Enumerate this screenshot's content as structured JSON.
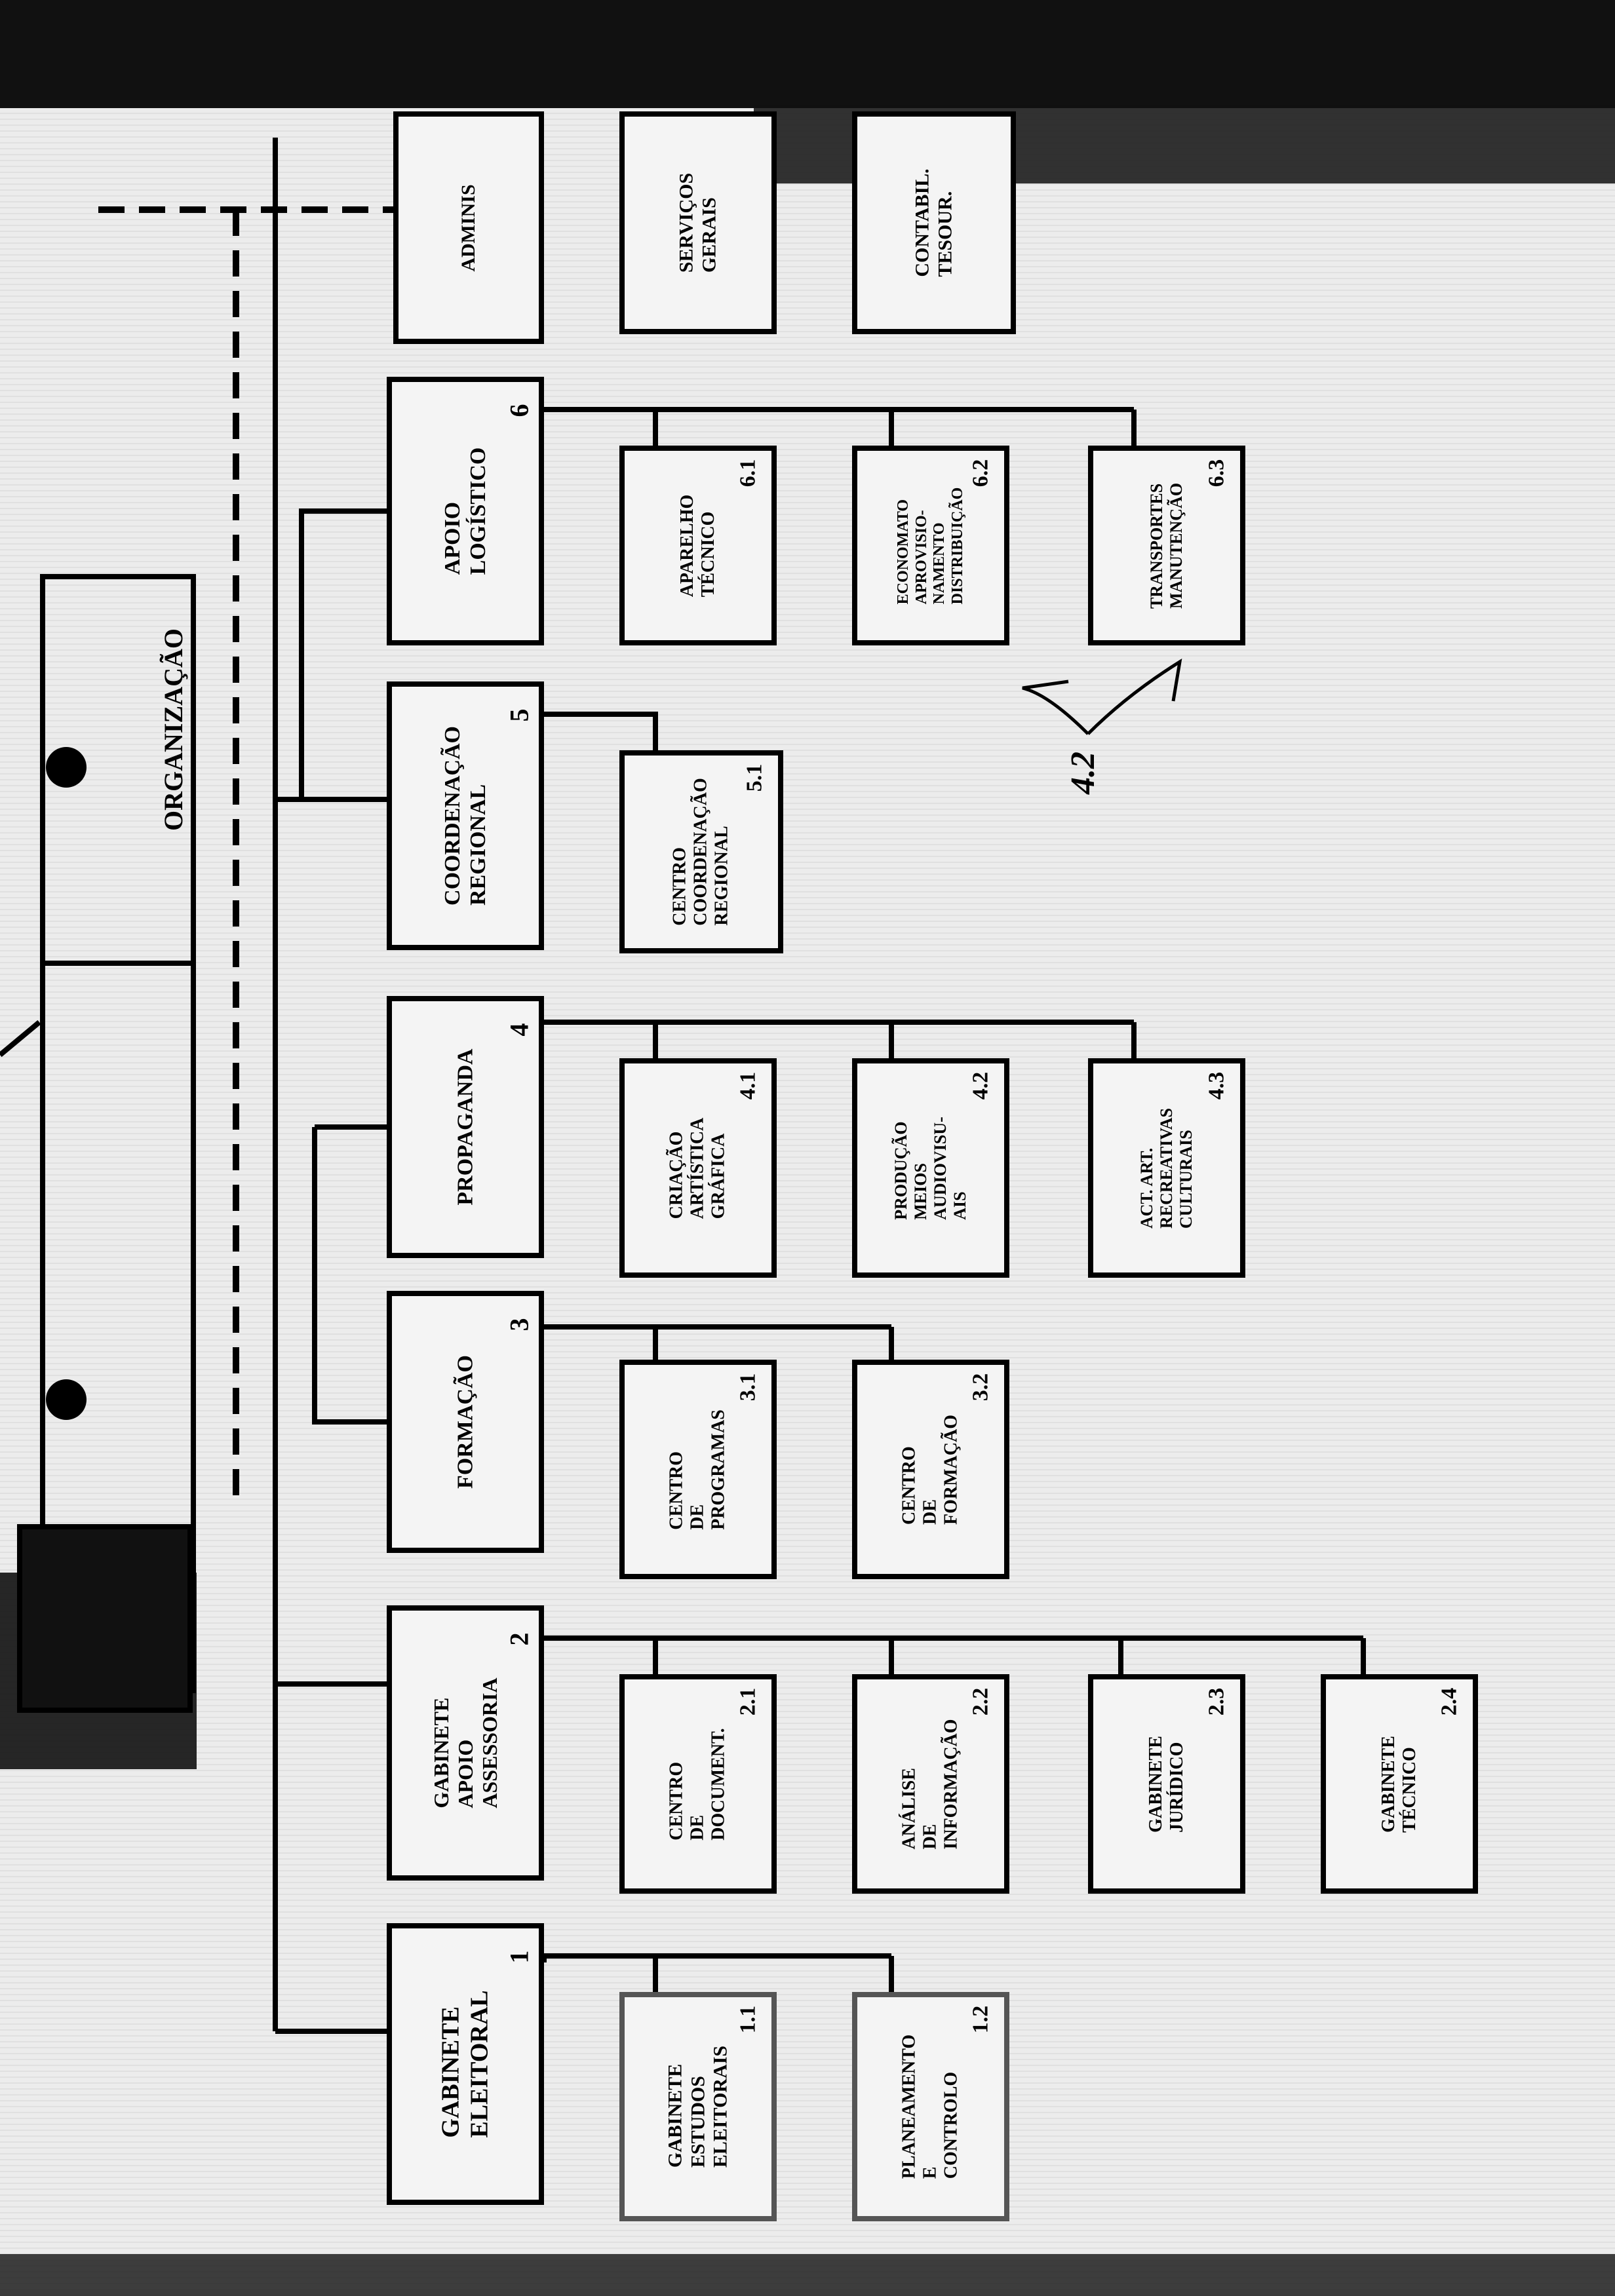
{
  "side_panel": {
    "organization": "ORGANIZAÇÃO"
  },
  "top_boxes": [
    {
      "lines": [
        "ADMINIS"
      ]
    },
    {
      "lines": [
        "SERVIÇOS",
        "GERAIS"
      ]
    },
    {
      "lines": [
        "CONTABIL.",
        "TESOUR."
      ]
    }
  ],
  "units": {
    "u1": {
      "number": "1",
      "lines": [
        "GABINETE",
        "ELEITORAL"
      ]
    },
    "u1_1": {
      "number": "1.1",
      "lines": [
        "GABINETE",
        "ESTUDOS",
        "ELEITORAIS"
      ]
    },
    "u1_2": {
      "number": "1.2",
      "lines": [
        "PLANEAMENTO",
        "E",
        "CONTROLO"
      ]
    },
    "u2": {
      "number": "2",
      "lines": [
        "GABINETE",
        "APOIO",
        "ASSESSORIA"
      ]
    },
    "u2_1": {
      "number": "2.1",
      "lines": [
        "CENTRO",
        "DE",
        "DOCUMENT."
      ]
    },
    "u2_2": {
      "number": "2.2",
      "lines": [
        "ANÁLISE",
        "DE",
        "INFORMAÇÃO"
      ]
    },
    "u2_3": {
      "number": "2.3",
      "lines": [
        "GABINETE",
        "JURÍDICO"
      ]
    },
    "u2_4": {
      "number": "2.4",
      "lines": [
        "GABINETE",
        "TÉCNICO"
      ]
    },
    "u3": {
      "number": "3",
      "lines": [
        "FORMAÇÃO"
      ]
    },
    "u3_1": {
      "number": "3.1",
      "lines": [
        "CENTRO",
        "DE",
        "PROGRAMAS"
      ]
    },
    "u3_2": {
      "number": "3.2",
      "lines": [
        "CENTRO",
        "DE",
        "FORMAÇÃO"
      ]
    },
    "u4": {
      "number": "4",
      "lines": [
        "PROPAGANDA"
      ]
    },
    "u4_1": {
      "number": "4.1",
      "lines": [
        "CRIAÇÃO",
        "ARTÍSTICA",
        "GRÁFICA"
      ]
    },
    "u4_2": {
      "number": "4.2",
      "lines": [
        "PRODUÇÃO",
        "MEIOS",
        "AUDIOVISU-",
        "AIS"
      ]
    },
    "u4_3": {
      "number": "4.3",
      "lines": [
        "ACT. ART.",
        "RECREATIVAS",
        "CULTURAIS"
      ]
    },
    "u5": {
      "number": "5",
      "lines": [
        "COORDENAÇÃO",
        "REGIONAL"
      ]
    },
    "u5_1": {
      "number": "5.1",
      "lines": [
        "CENTRO",
        "COORDENAÇÃO",
        "REGIONAL"
      ]
    },
    "u6": {
      "number": "6",
      "lines": [
        "APOIO",
        "LOGÍSTICO"
      ]
    },
    "u6_1": {
      "number": "6.1",
      "lines": [
        "APARELHO",
        "TÉCNICO"
      ]
    },
    "u6_2": {
      "number": "6.2",
      "lines": [
        "ECONOMATO",
        "APROVISIO-",
        "NAMENTO",
        "DISTRIBUIÇÃO"
      ]
    },
    "u6_3": {
      "number": "6.3",
      "lines": [
        "TRANSPORTES",
        "MANUTENÇÃO"
      ]
    }
  },
  "annotation": {
    "text": "4.2"
  },
  "colors": {
    "ink": "#000000",
    "paper": "#ececec"
  }
}
